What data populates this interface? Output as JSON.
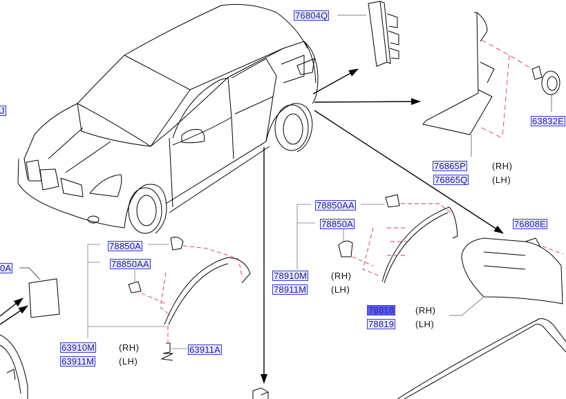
{
  "diagram": {
    "title": "Body side trim / wheel arch parts",
    "accent_colors": {
      "label_text": "#1a1aa8",
      "label_border": "#3a3ad0",
      "label_bg": "#e8e8ff",
      "selected_bg": "#5b5bf0",
      "phantom_line": "#d9304a",
      "line": "#000000"
    }
  },
  "labels": {
    "p76804Q": "76804Q",
    "p63832E": "63832E",
    "p76865P": "76865P",
    "p76865Q": "76865Q",
    "p76808E": "76808E",
    "p78850AA_r": "78850AA",
    "p78850A_r": "78850A",
    "p78910M": "78910M",
    "p78911M": "78911M",
    "p78818": "78818",
    "p78819": "78819",
    "p78850A_f": "78850A",
    "p78850AA_f": "78850AA",
    "p63910M": "63910M",
    "p63911M": "63911M",
    "p63911A": "63911A",
    "edge_left_top": "J",
    "edge_left_mid": "0A"
  },
  "side_tags": {
    "rh": "(RH)",
    "lh": "(LH)"
  }
}
